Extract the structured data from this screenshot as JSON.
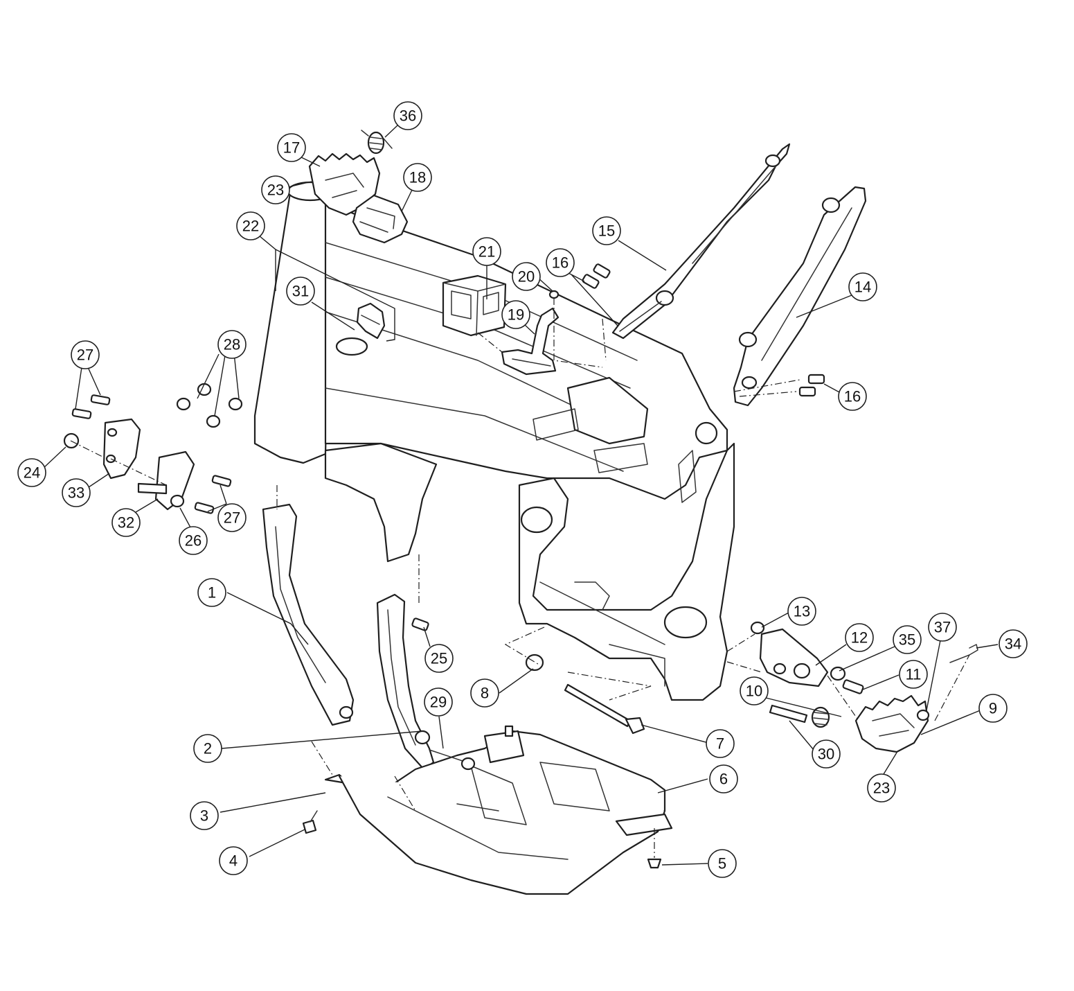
{
  "colors": {
    "line": "#1f1f1f",
    "background": "#ffffff"
  },
  "callouts": [
    {
      "id": "c1",
      "label": "1"
    },
    {
      "id": "c2",
      "label": "2"
    },
    {
      "id": "c3",
      "label": "3"
    },
    {
      "id": "c4",
      "label": "4"
    },
    {
      "id": "c5",
      "label": "5"
    },
    {
      "id": "c6",
      "label": "6"
    },
    {
      "id": "c7",
      "label": "7"
    },
    {
      "id": "c8",
      "label": "8"
    },
    {
      "id": "c9",
      "label": "9"
    },
    {
      "id": "c10",
      "label": "10"
    },
    {
      "id": "c11",
      "label": "11"
    },
    {
      "id": "c12",
      "label": "12"
    },
    {
      "id": "c13",
      "label": "13"
    },
    {
      "id": "c14",
      "label": "14"
    },
    {
      "id": "c15",
      "label": "15"
    },
    {
      "id": "c16a",
      "label": "16"
    },
    {
      "id": "c16b",
      "label": "16"
    },
    {
      "id": "c17",
      "label": "17"
    },
    {
      "id": "c18",
      "label": "18"
    },
    {
      "id": "c19",
      "label": "19"
    },
    {
      "id": "c20",
      "label": "20"
    },
    {
      "id": "c21",
      "label": "21"
    },
    {
      "id": "c22",
      "label": "22"
    },
    {
      "id": "c23a",
      "label": "23"
    },
    {
      "id": "c23b",
      "label": "23"
    },
    {
      "id": "c24",
      "label": "24"
    },
    {
      "id": "c25",
      "label": "25"
    },
    {
      "id": "c26",
      "label": "26"
    },
    {
      "id": "c27a",
      "label": "27"
    },
    {
      "id": "c27b",
      "label": "27"
    },
    {
      "id": "c28",
      "label": "28"
    },
    {
      "id": "c29",
      "label": "29"
    },
    {
      "id": "c30",
      "label": "30"
    },
    {
      "id": "c31",
      "label": "31"
    },
    {
      "id": "c32",
      "label": "32"
    },
    {
      "id": "c33",
      "label": "33"
    },
    {
      "id": "c34",
      "label": "34"
    },
    {
      "id": "c35",
      "label": "35"
    },
    {
      "id": "c36",
      "label": "36"
    },
    {
      "id": "c37",
      "label": "37"
    }
  ]
}
